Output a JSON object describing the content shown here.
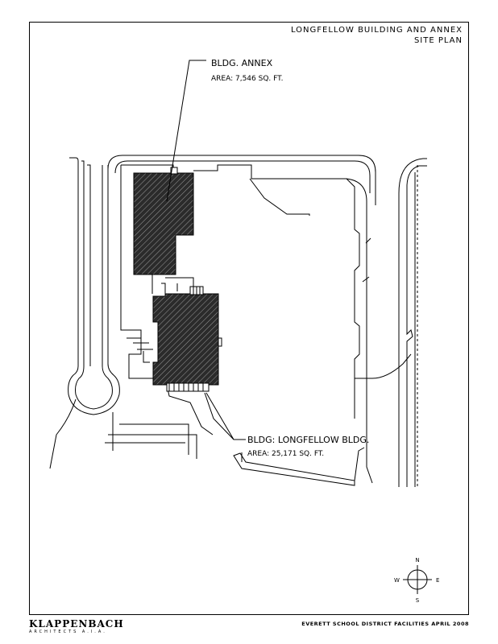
{
  "title": {
    "line1": "LONGFELLOW  BUILDING  AND  ANNEX",
    "line2": "SITE  PLAN"
  },
  "annex_label": {
    "name": "BLDG.  ANNEX",
    "area": "AREA:  7,546  SQ.  FT."
  },
  "main_label": {
    "name": "BLDG: LONGFELLOW BLDG.",
    "area": "AREA:  25,171  SQ.  FT."
  },
  "compass": {
    "north": "N",
    "south": "S",
    "east": "E",
    "west": "W"
  },
  "footer": {
    "firm": "KLAPPENBACH",
    "firm_sub": "ARCHITECTS A.I.A.",
    "credit": "EVERETT SCHOOL DISTRICT FACILITIES APRIL 2008"
  },
  "colors": {
    "ink": "#000000",
    "paper": "#ffffff",
    "building_fill": "#2b2b2b"
  }
}
